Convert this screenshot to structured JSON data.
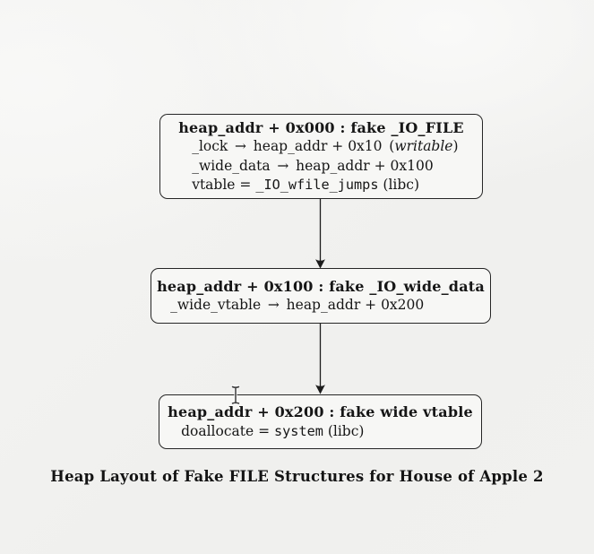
{
  "figure": {
    "caption": "Heap Layout of Fake FILE Structures for House of Apple 2"
  },
  "diagram": {
    "boxes": [
      {
        "name": "fake-io-file",
        "title": "heap_addr + 0x000 : fake _IO_FILE",
        "lines": [
          {
            "pre": "_lock → heap_addr + 0x10 (",
            "italic": "writable",
            "post": ")"
          },
          {
            "pre": "_wide_data → heap_addr + 0x100"
          },
          {
            "pre": "vtable = ",
            "mono": "_IO_wfile_jumps",
            "post": " (libc)"
          }
        ]
      },
      {
        "name": "fake-io-wide-data",
        "title": "heap_addr + 0x100 : fake _IO_wide_data",
        "lines": [
          {
            "pre": "_wide_vtable → heap_addr + 0x200"
          }
        ]
      },
      {
        "name": "fake-wide-vtable",
        "title": "heap_addr + 0x200 : fake wide vtable",
        "lines": [
          {
            "pre": "doallocate = ",
            "mono": "system",
            "post": " (libc)"
          }
        ]
      }
    ],
    "connectors": [
      {
        "from": "fake-io-file",
        "to": "fake-io-wide-data"
      },
      {
        "from": "fake-io-wide-data",
        "to": "fake-wide-vtable"
      }
    ]
  },
  "colors": {
    "background": "#f1f1ef",
    "box_fill": "#f7f7f5",
    "box_border": "#262626",
    "text": "#161616"
  },
  "cursor": {
    "type": "text-ibeam"
  }
}
